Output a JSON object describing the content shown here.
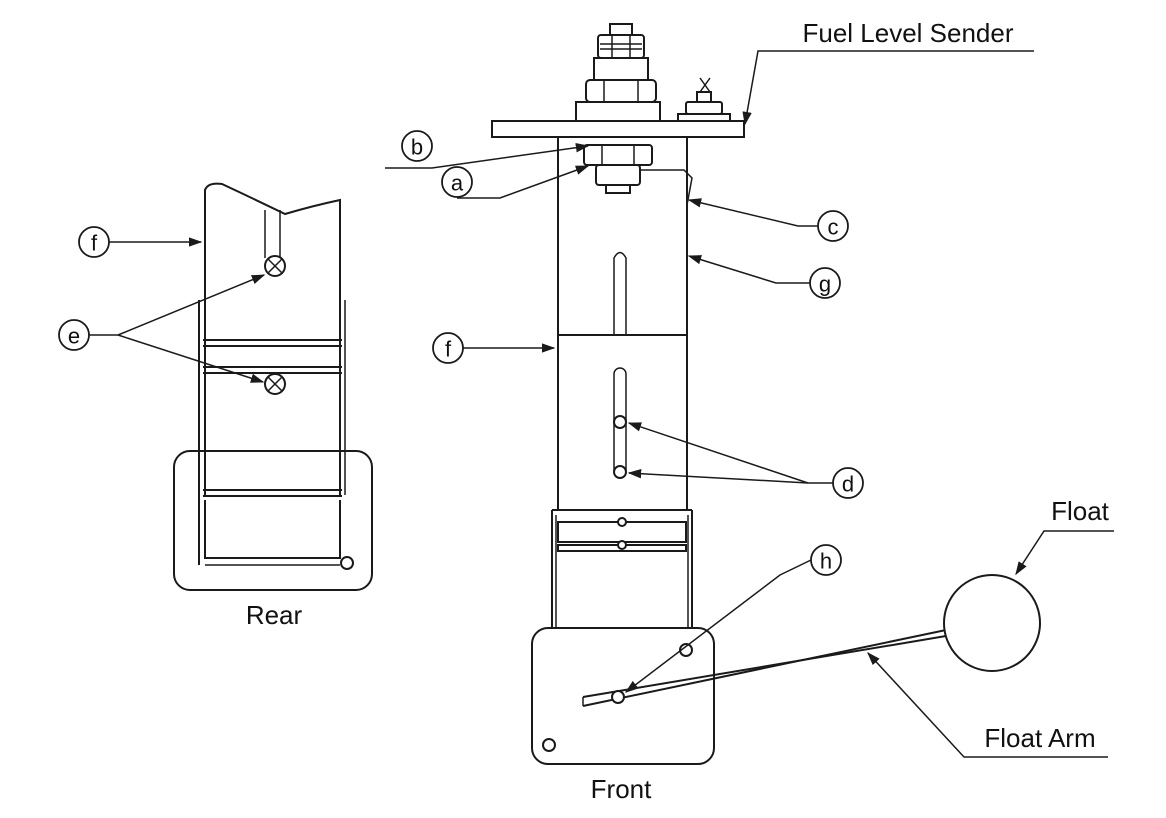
{
  "labels": {
    "fuel_level_sender": "Fuel Level Sender",
    "float": "Float",
    "float_arm": "Float Arm",
    "rear": "Rear",
    "front": "Front"
  },
  "callouts": {
    "a": "a",
    "b": "b",
    "c": "c",
    "d": "d",
    "e": "e",
    "f_rear": "f",
    "f_front": "f",
    "g": "g",
    "h": "h"
  }
}
